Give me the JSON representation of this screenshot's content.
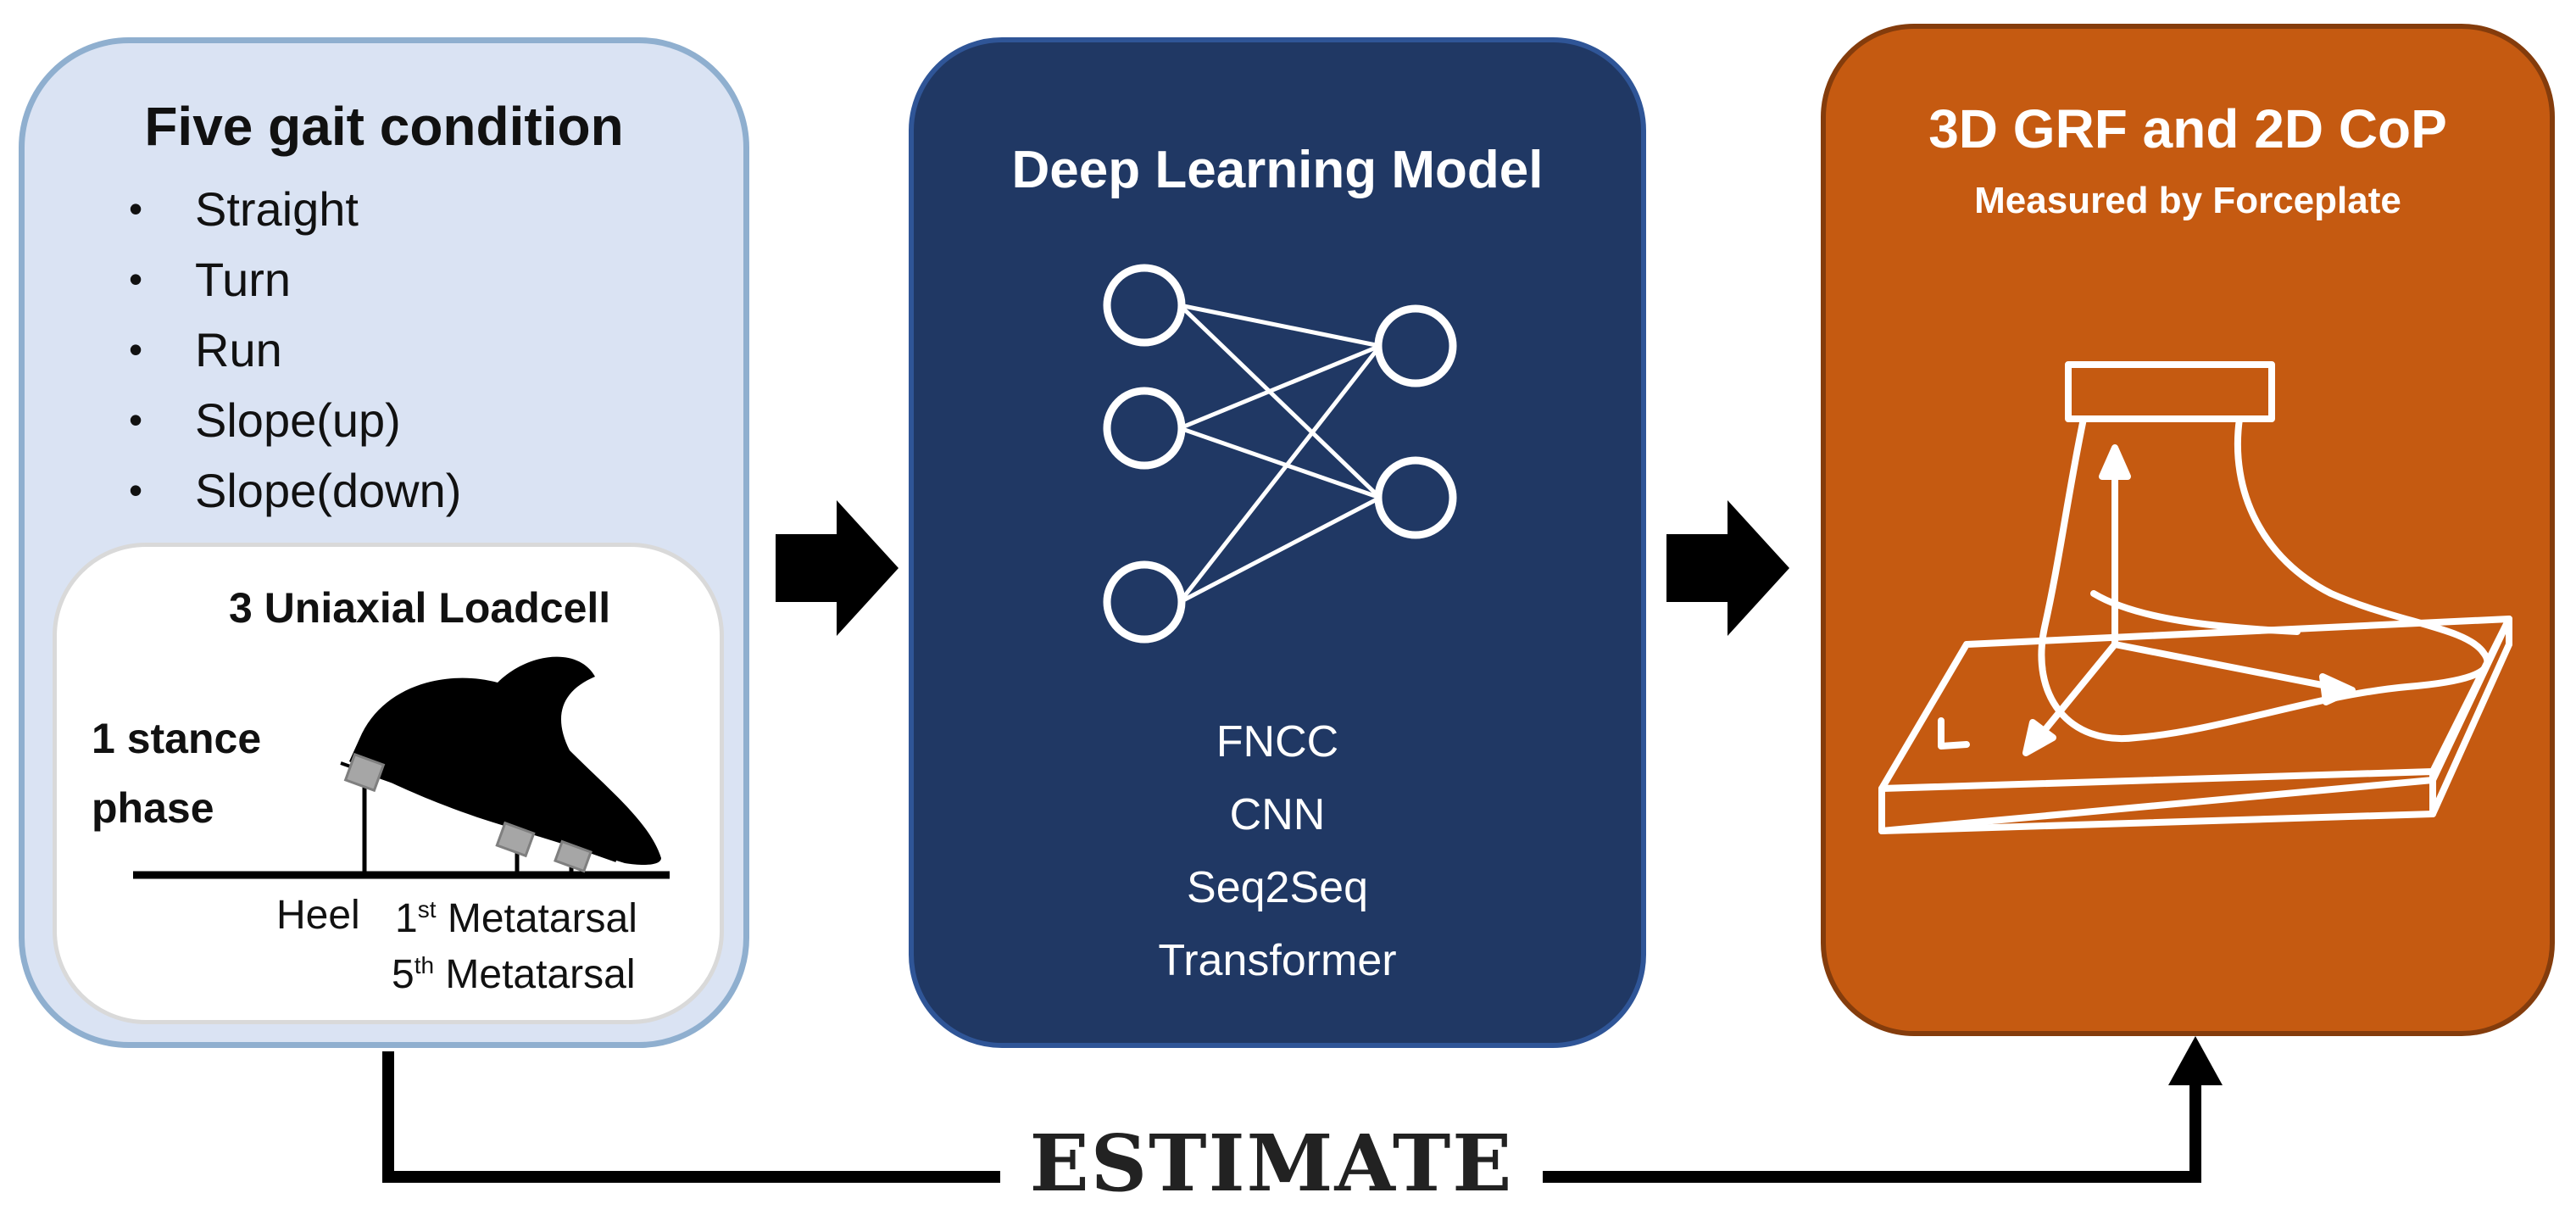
{
  "left_panel": {
    "title": "Five gait condition",
    "conditions": [
      "Straight",
      "Turn",
      "Run",
      "Slope(up)",
      "Slope(down)"
    ],
    "bullet": "•",
    "sensor": {
      "title": "3 Uniaxial Loadcell",
      "stance_label": "1 stance phase",
      "heel_label": "Heel",
      "met1_num": "1",
      "met1_sup": "st",
      "met1_word": "Metatarsal",
      "met5_num": "5",
      "met5_sup": "th",
      "met5_word": "Metatarsal"
    }
  },
  "middle_panel": {
    "title": "Deep Learning Model",
    "models": [
      "FNCC",
      "CNN",
      "Seq2Seq",
      "Transformer"
    ]
  },
  "right_panel": {
    "title": "3D GRF and 2D CoP",
    "subtitle": "Measured by Forceplate"
  },
  "estimate_label": "ESTIMATE",
  "colors": {
    "left_fill": "#dae3f3",
    "left_border": "#8fafcf",
    "mid_fill": "#203864",
    "mid_border": "#2f5597",
    "right_fill": "#c55a11",
    "right_border": "#843c0c",
    "arrow": "#000000"
  },
  "icons": [
    "neural-network-icon",
    "foot-on-forceplate-icon",
    "shoe-with-loadcells-icon"
  ]
}
